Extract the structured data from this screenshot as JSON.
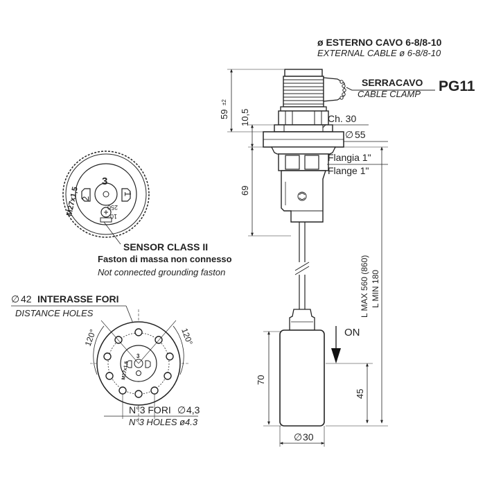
{
  "labels": {
    "cable_it": "ø ESTERNO CAVO  6-8/8-10",
    "cable_en": "EXTERNAL CABLE ø 6-8/8-10",
    "clamp_it": "SERRACAVO",
    "clamp_en": "CABLE CLAMP",
    "pg": "PG11",
    "hex": "Ch. 30",
    "dia55": "55",
    "flange_it": "Flangia 1\"",
    "flange_en": "Flange 1\"",
    "sensor_title": "SENSOR CLASS II",
    "sensor_it": "Faston di massa non connesso",
    "sensor_en": "Not connected grounding faston",
    "distance_bold": "INTERASSE FORI",
    "distance_dia": "42",
    "distance_en": "DISTANCE HOLES",
    "holes_it": "N°3 FORI",
    "holes_dia": "4,3",
    "holes_en": "N°3 HOLES ø4.3",
    "angle_left": "120°",
    "angle_right": "120°",
    "thread": "M27x1,5",
    "thread_small": "M27x1,5",
    "num3": "3",
    "num2": "2",
    "num1": "1",
    "c250": "250",
    "c10": "10",
    "small3": "3",
    "on": "ON",
    "lmax": "L MAX 560 (860)",
    "lmin": "L MIN 180",
    "dia30": "30",
    "dim59": "59",
    "dim59tol": "±2",
    "dim10_5": "10,5",
    "dim69": "69",
    "dim70": "70",
    "dim45": "45",
    "dim42sym": "ø",
    "dia_symbol": "∅"
  }
}
